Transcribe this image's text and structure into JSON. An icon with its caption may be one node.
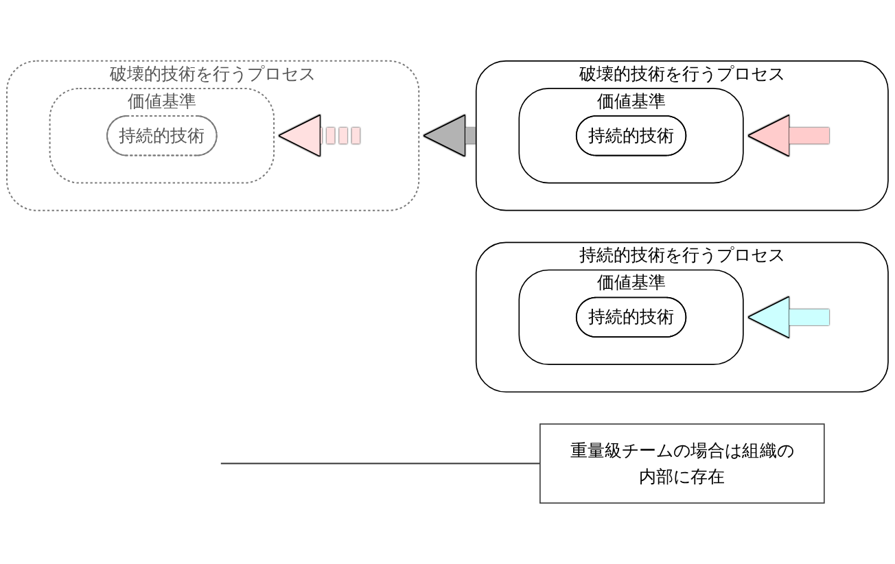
{
  "diagram": {
    "nodes": [
      {
        "text": [
          "持続的技術を行うプロセス"
        ]
      },
      {
        "text": [
          "価値基準"
        ],
        "in": 0
      },
      {
        "text": [
          "持続的技術"
        ],
        "in": 1
      },
      {
        "text": [
          "破壊的技術を行うプロセス"
        ]
      },
      {
        "text": [
          "価値基準"
        ],
        "in": 3
      },
      {
        "text": [
          "持続的技術"
        ],
        "in": 4
      },
      {
        "text": [
          "破壊的技術を行うプロセス"
        ]
      },
      {
        "text": [
          "価値基準"
        ],
        "in": 6
      },
      {
        "text": [
          "持続的技術"
        ],
        "in": 7
      },
      {
        "text": [
          "重量級チームの場合は組織の内部に存在"
        ]
      }
    ],
    "edges": [
      {
        "from": null,
        "to": 1,
        "arrow": "to",
        "color": "#ccffff"
      },
      {
        "from": null,
        "to": 4,
        "arrow": "to",
        "style": "dashed",
        "color": "#ffe0e0"
      },
      {
        "from": null,
        "to": 7,
        "arrow": "to",
        "color": "#ffcccc"
      },
      {
        "from": 6,
        "to": 3,
        "arrow": "to",
        "color": "#b3b3b3"
      },
      {
        "from": 9,
        "to": null,
        "arrow": "none",
        "color": "#333333"
      }
    ]
  }
}
